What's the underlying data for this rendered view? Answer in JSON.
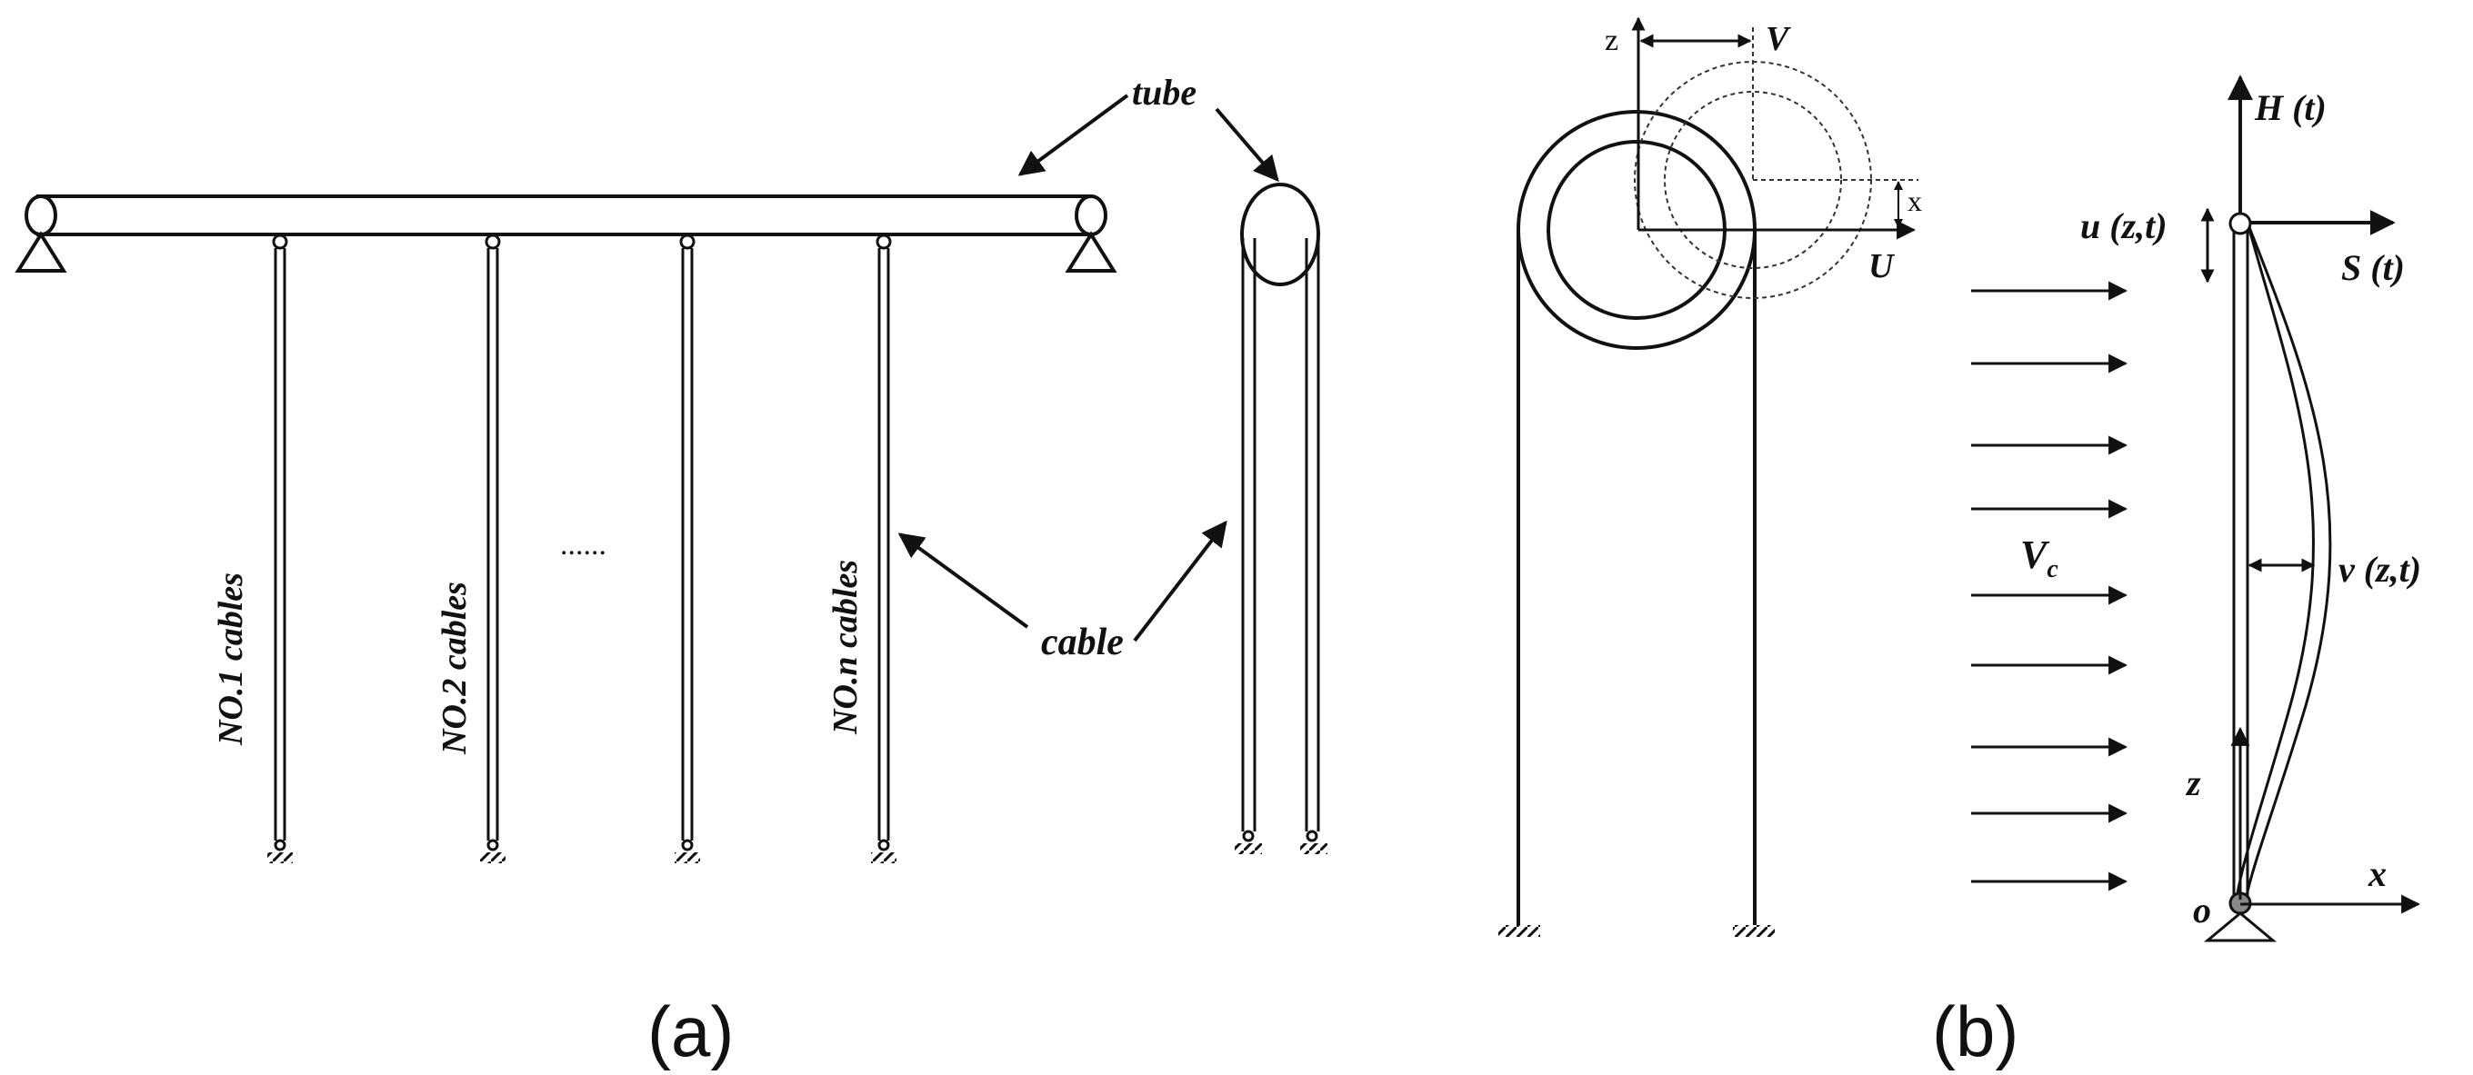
{
  "panel_a": {
    "tube_label": "tube",
    "cable_label": "cable",
    "cable_labels": [
      "NO.1 cables",
      "NO.2 cables",
      "NO.n cables"
    ],
    "ellipsis": "......",
    "caption": "(a)"
  },
  "panel_b": {
    "axis_z": "z",
    "axis_x": "x",
    "vel_V": "V",
    "vel_U": "U",
    "force_H": "H (t)",
    "disp_u": "u (z,t)",
    "force_S": "S (t)",
    "current_V": "V",
    "current_sub": "c",
    "disp_v": "v (z,t)",
    "axis_z2": "z",
    "axis_x2": "x",
    "origin": "o",
    "caption": "(b)"
  }
}
